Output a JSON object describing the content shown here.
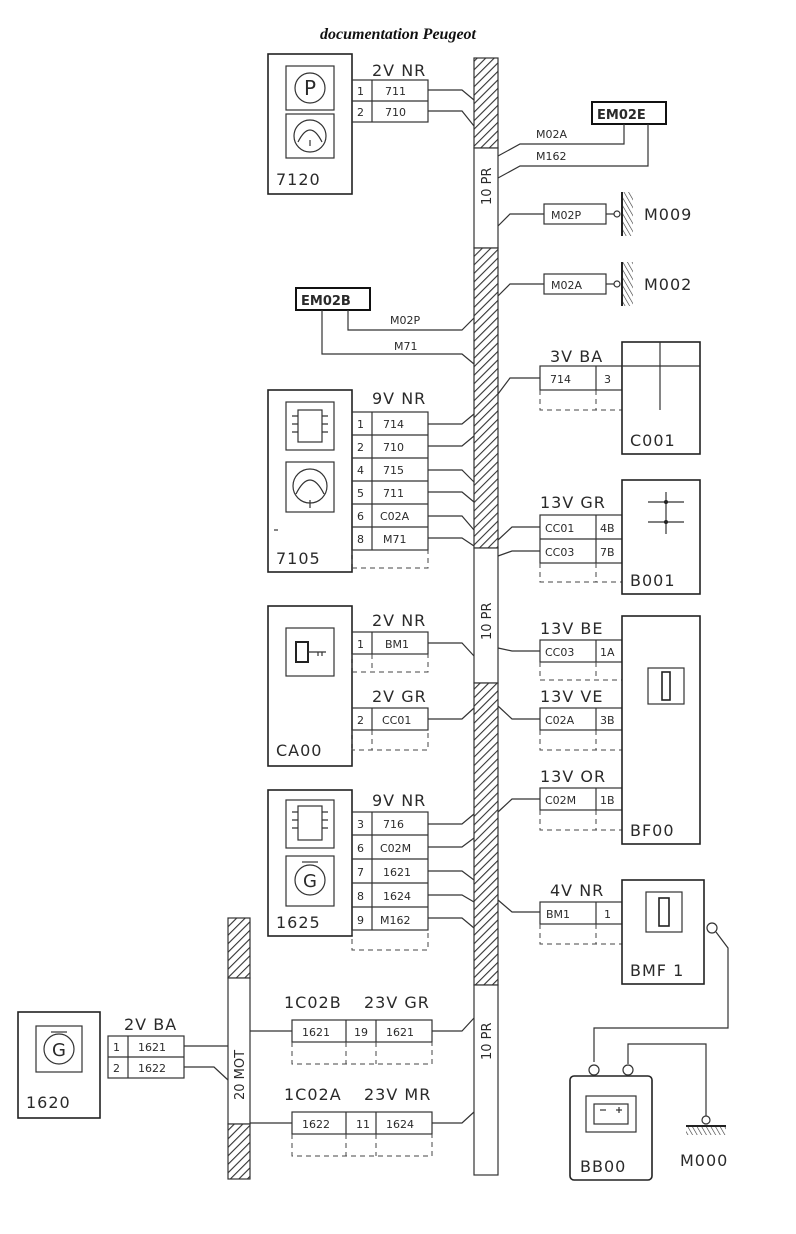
{
  "header": {
    "title": "documentation Peugeot"
  },
  "harness": {
    "main": "10 PR",
    "mot": "20 MOT"
  },
  "components": {
    "c7120": {
      "id": "7120",
      "connector": "2V NR",
      "pins": [
        [
          "1",
          "711"
        ],
        [
          "2",
          "710"
        ]
      ]
    },
    "em02e": {
      "id": "EM02E",
      "wires": [
        "M02A",
        "M162"
      ]
    },
    "m009": {
      "id": "M009",
      "wire": "M02P"
    },
    "m002": {
      "id": "M002",
      "wire": "M02A"
    },
    "em02b": {
      "id": "EM02B",
      "wires": [
        "M02P",
        "M71"
      ]
    },
    "c001": {
      "id": "C001",
      "connector": "3V BA",
      "pin": [
        "714",
        "3"
      ]
    },
    "c7105": {
      "id": "7105",
      "connector": "9V NR",
      "pins": [
        [
          "1",
          "714"
        ],
        [
          "2",
          "710"
        ],
        [
          "4",
          "715"
        ],
        [
          "5",
          "711"
        ],
        [
          "6",
          "C02A"
        ],
        [
          "8",
          "M71"
        ]
      ]
    },
    "b001": {
      "id": "B001",
      "connector": "13V GR",
      "pins": [
        [
          "CC01",
          "4B"
        ],
        [
          "CC03",
          "7B"
        ]
      ]
    },
    "ca00": {
      "id": "CA00",
      "conn1": "2V NR",
      "pin1": [
        "1",
        "BM1"
      ],
      "conn2": "2V GR",
      "pin2": [
        "2",
        "CC01"
      ]
    },
    "bf00": {
      "id": "BF00",
      "conns": [
        {
          "name": "13V BE",
          "pin": [
            "CC03",
            "1A"
          ]
        },
        {
          "name": "13V VE",
          "pin": [
            "C02A",
            "3B"
          ]
        },
        {
          "name": "13V OR",
          "pin": [
            "C02M",
            "1B"
          ]
        }
      ]
    },
    "c1625": {
      "id": "1625",
      "connector": "9V NR",
      "pins": [
        [
          "3",
          "716"
        ],
        [
          "6",
          "C02M"
        ],
        [
          "7",
          "1621"
        ],
        [
          "8",
          "1624"
        ],
        [
          "9",
          "M162"
        ]
      ]
    },
    "bmf1": {
      "id": "BMF 1",
      "connector": "4V NR",
      "pin": [
        "BM1",
        "1"
      ]
    },
    "c1620": {
      "id": "1620",
      "connector": "2V BA",
      "pins": [
        [
          "1",
          "1621"
        ],
        [
          "2",
          "1622"
        ]
      ]
    },
    "ic02b": {
      "id": "1C02B",
      "connector": "23V GR",
      "cells": [
        "1621",
        "19",
        "1621"
      ]
    },
    "ic02a": {
      "id": "1C02A",
      "connector": "23V MR",
      "cells": [
        "1622",
        "11",
        "1624"
      ]
    },
    "bb00": {
      "id": "BB00"
    },
    "m000": {
      "id": "M000"
    }
  }
}
